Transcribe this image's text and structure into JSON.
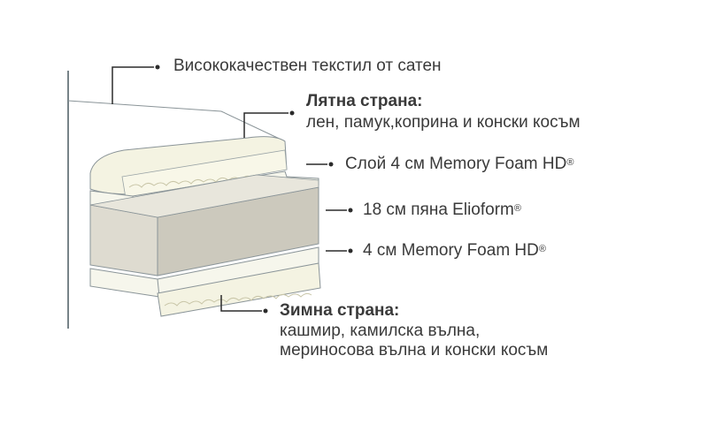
{
  "labels": {
    "fabric": "Висококачествен текстил от сатен",
    "summer_title": "Лятна страна:",
    "summer_desc": "лен, памук,коприна и конски косъм",
    "memory_top": "Слой 4 см Memory Foam HD",
    "core": "18 см пяна Elioform",
    "memory_bottom": "4 см Memory Foam HD",
    "winter_title": "Зимна страна:",
    "winter_line1": "кашмир, камилска вълна,",
    "winter_line2": "мериносова вълна и конски косъм",
    "registered_mark": "®"
  },
  "colors": {
    "text": "#3a3a3a",
    "leader_line": "#2b2b2b",
    "outline": "#8a9498",
    "quilt_fill": "#f4f3e2",
    "foam_fill": "#f6f6ec",
    "core_front": "#dedbd0",
    "core_side": "#ccc9bd",
    "core_top": "#e8e6dc"
  }
}
